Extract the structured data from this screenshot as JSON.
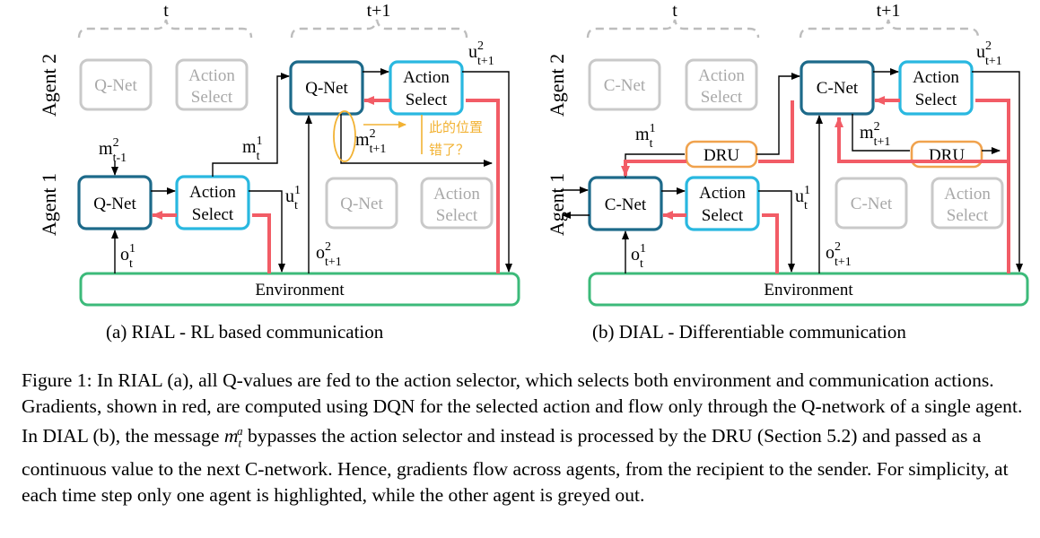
{
  "colors": {
    "active_box": "#1d6a8a",
    "action_box": "#29b8e0",
    "grey_box": "#c9c9c9",
    "grey_text": "#a8a8a8",
    "gradient": "#f25c66",
    "environment": "#3cba7a",
    "dru": "#f0a24d",
    "brace": "#bdbdbd",
    "handwriting": "#f2b233"
  },
  "icons": [
    "arrow-icon",
    "brace-icon"
  ],
  "panel_a": {
    "time_t": "t",
    "time_t1": "t+1",
    "agent2_label": "Agent 2",
    "agent1_label": "Agent 1",
    "net_label": "Q-Net",
    "action_line1": "Action",
    "action_line2": "Select",
    "environment": "Environment",
    "caption": "(a) RIAL - RL based communication",
    "handwritten_note_line1": "此的位置",
    "handwritten_note_line2": "错了？"
  },
  "panel_b": {
    "time_t": "t",
    "time_t1": "t+1",
    "agent2_label": "Agent 2",
    "agent1_label": "Agent 1",
    "net_label": "C-Net",
    "action_line1": "Action",
    "action_line2": "Select",
    "dru_label": "DRU",
    "environment": "Environment",
    "caption": "(b) DIAL - Differentiable communication"
  },
  "symbols": {
    "m": "m",
    "u": "u",
    "o": "o",
    "sup1": "1",
    "sup2": "2",
    "sub_t": "t",
    "sub_tm1": "t-1",
    "sub_tp1": "t+1"
  },
  "caption": {
    "p1": "Figure 1: In RIAL (a), all Q-values are fed to the action selector, which selects both environment and communication actions. Gradients, shown in red, are computed using DQN for the selected action and flow only through the Q-network of a single agent. In DIAL (b), the message ",
    "math_base": "m",
    "math_sub": "t",
    "math_sup": "a",
    "p2": " bypasses the action selector and instead is processed by the DRU (Section 5.2) and passed as a continuous value to the next C-network. Hence, gradients flow across agents, from the recipient to the sender. For simplicity, at each time step only one agent is highlighted, while the other agent is greyed out."
  }
}
